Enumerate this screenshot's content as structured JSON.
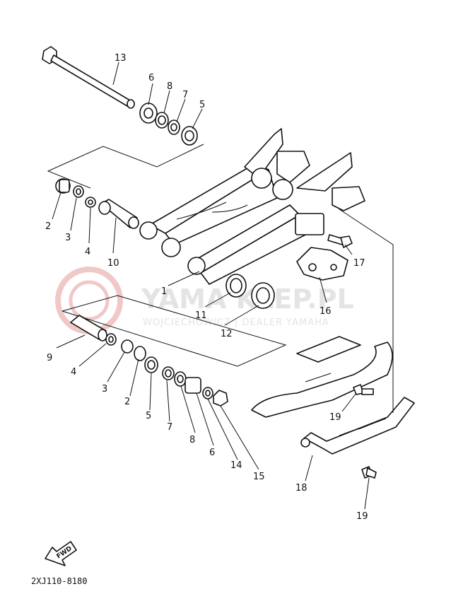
{
  "watermark": {
    "brand": "YAMA   KLEP.PL",
    "subline": "WOJCIECHOWICZ | DEALER YAMAHA"
  },
  "callouts": {
    "p13": "13",
    "p6a": "6",
    "p8a": "8",
    "p7a": "7",
    "p5a": "5",
    "p2a": "2",
    "p3a": "3",
    "p4a": "4",
    "p10": "10",
    "p1": "1",
    "p11": "11",
    "p12": "12",
    "p16": "16",
    "p17": "17",
    "p9": "9",
    "p4b": "4",
    "p3b": "3",
    "p2b": "2",
    "p5b": "5",
    "p7b": "7",
    "p8b": "8",
    "p6b": "6",
    "p14": "14",
    "p15": "15",
    "p19a": "19",
    "p18": "18",
    "p19b": "19"
  },
  "fwd_label": "FWD",
  "diagram_code": "2XJ110-8180",
  "colors": {
    "line": "#111111",
    "watermark": "#e4e4e4",
    "watermark_logo": "#f0c8c8"
  }
}
